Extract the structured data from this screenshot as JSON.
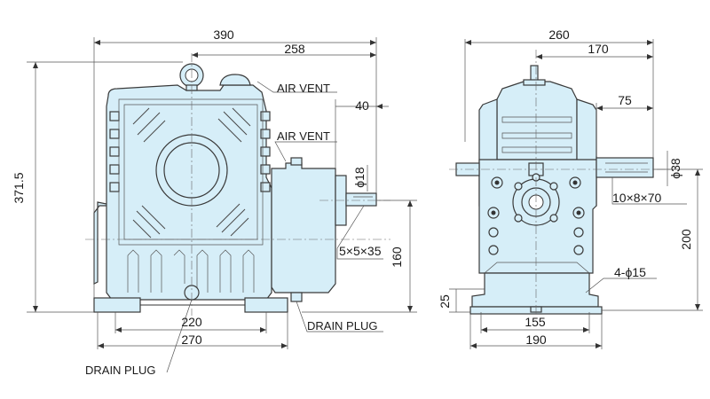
{
  "colors": {
    "body_fill": "#d6eef8",
    "outline": "#3a3a3a",
    "text": "#1a1a1a",
    "background": "#ffffff"
  },
  "side_view": {
    "dims": {
      "overall_length": "390",
      "shaft_to_front": "258",
      "shaft_offset": "40",
      "overall_height": "371.5",
      "shaft_height": "160",
      "base_inner": "220",
      "base_outer": "270",
      "shaft_dia": "ϕ18",
      "keyway": "5×5×35"
    },
    "labels": {
      "air_vent_top": "AIR VENT",
      "air_vent_side": "AIR VENT",
      "drain_plug_bottom": "DRAIN PLUG",
      "drain_plug_right": "DRAIN PLUG"
    }
  },
  "front_view": {
    "dims": {
      "overall_width": "260",
      "center_to_right": "170",
      "shaft_length": "75",
      "shaft_dia": "ϕ38",
      "keyway": "10×8×70",
      "shaft_height": "200",
      "base_thickness": "25",
      "bolt_holes": "4-ϕ15",
      "base_inner": "155",
      "base_outer": "190"
    }
  }
}
